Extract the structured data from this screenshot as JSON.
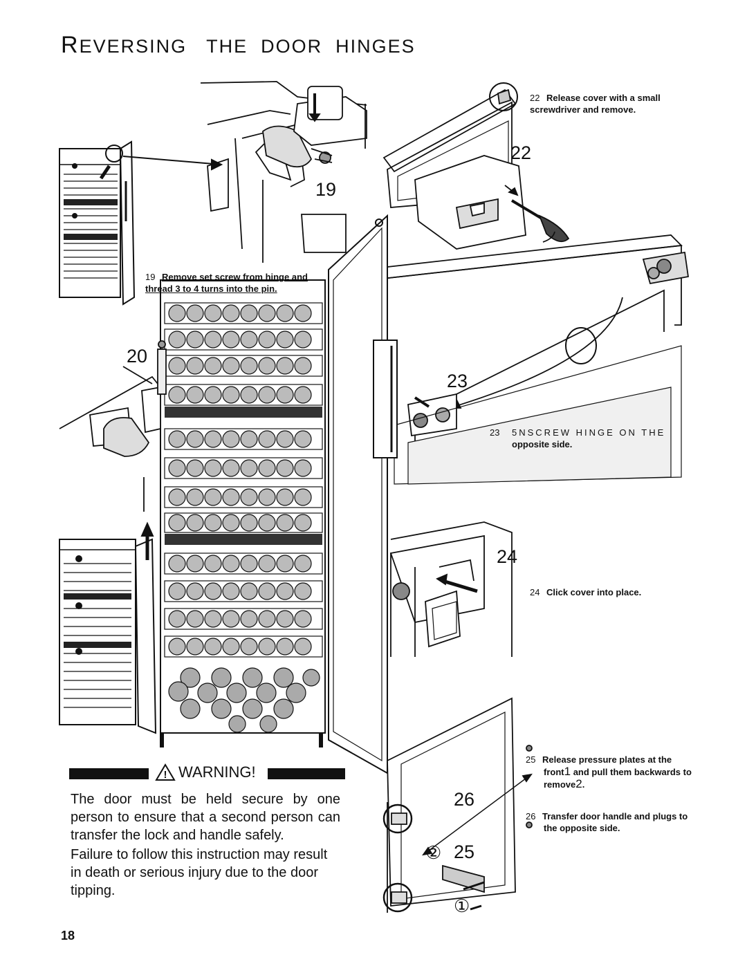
{
  "page": {
    "title_initial": "R",
    "title_rest": "EVERSING   THE  DOOR  HINGES",
    "page_number": "18"
  },
  "steps": [
    {
      "num": "19",
      "label": "19",
      "text": "Remove set screw from hinge and thread 3 to 4 turns into the pin."
    },
    {
      "num": "20",
      "label": "20",
      "text": ""
    },
    {
      "num": "22",
      "label": "22",
      "text": "Release cover with a small screwdriver and remove."
    },
    {
      "num": "23",
      "label": "23",
      "text": "5NSCREW HINGE  ON THE",
      "text2": "opposite side."
    },
    {
      "num": "24",
      "label": "24",
      "text": "Click cover into place."
    },
    {
      "num": "25",
      "label": "25",
      "text": "Release pressure plates at the front",
      "mark1": "1",
      "text_b": "and pull them backwards to remove",
      "mark2": "2",
      "text_c": "."
    },
    {
      "num": "26",
      "label": "26",
      "text": "Transfer door handle and plugs to the opposite side."
    }
  ],
  "callouts": {
    "c1": "①",
    "c2": "②"
  },
  "warning": {
    "title": "WARNING!",
    "symbol": "!",
    "para1": "The door must be held secure by one person to ensure that a second person can transfer the lock and handle safely.",
    "para2": "Failure to follow this instruction may result in death or serious injury due to the door tipping."
  }
}
